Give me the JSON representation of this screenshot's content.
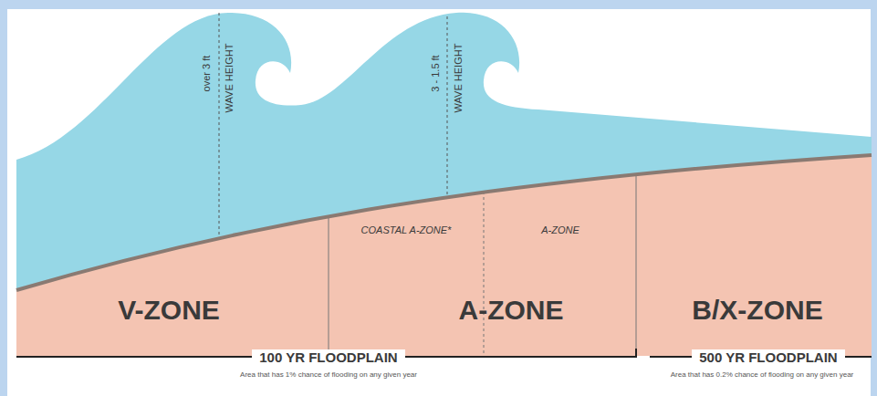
{
  "diagram": {
    "labels": [
      "over 3 ft",
      "WAVE HEIGHT",
      "3 - 1.5 ft",
      "WAVE HEIGHT",
      "COASTAL A-ZONE*",
      "A-ZONE",
      "V-ZONE",
      "A-ZONE",
      "B/X-ZONE",
      "100 YR FLOODPLAIN",
      "500 YR FLOODPLAIN",
      "Area that has 1% chance of flooding on any given year",
      "Area that has 0.2% chance of flooding on any given year"
    ]
  }
}
